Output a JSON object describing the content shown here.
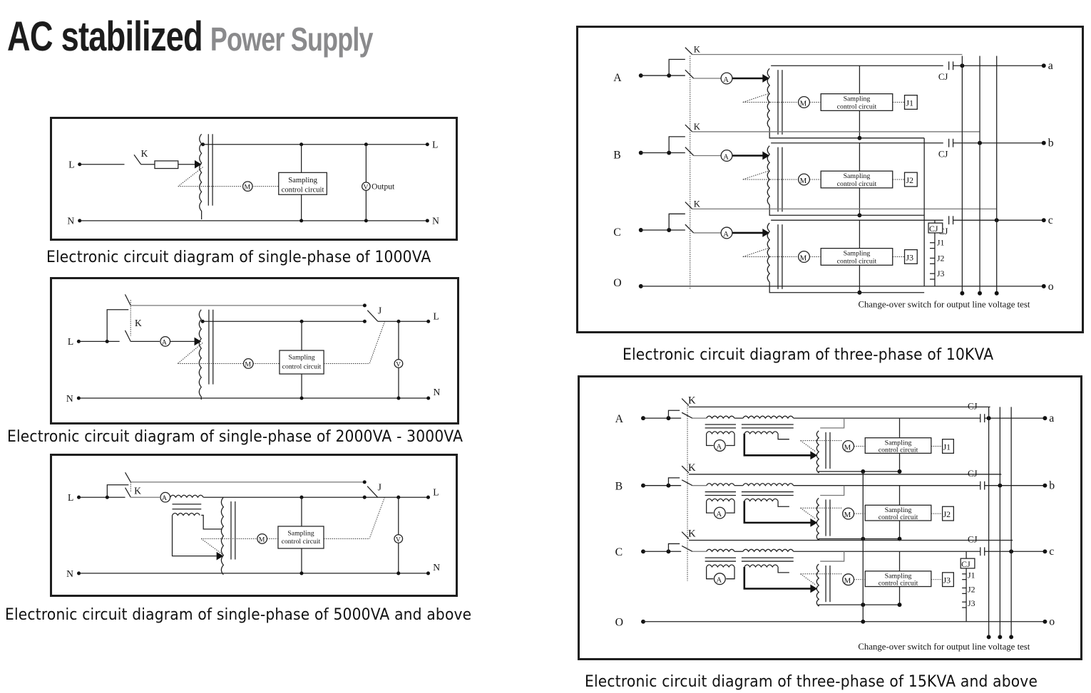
{
  "title": {
    "bold": "AC stabilized",
    "light": "Power Supply"
  },
  "colors": {
    "title_dark": "#1c1c1c",
    "title_grey": "#8a8a8c",
    "line": "#222222",
    "frame": "#1e1e1e"
  },
  "diagrams": {
    "single_1000": {
      "caption": "Electronic circuit diagram of single-phase of 1000VA",
      "labels": {
        "L_in": "L",
        "N_in": "N",
        "L_out": "L",
        "N_out": "N",
        "switch": "K",
        "motor": "M",
        "voltmeter": "V",
        "output": "Output",
        "box1": "Sampling",
        "box2": "control circuit"
      }
    },
    "single_2000_3000": {
      "caption": "Electronic circuit diagram of single-phase of 2000VA - 3000VA",
      "labels": {
        "L_in": "L",
        "N_in": "N",
        "L_out": "L",
        "N_out": "N",
        "switch": "K",
        "relay": "J",
        "ammeter": "A",
        "motor": "M",
        "voltmeter": "V",
        "box1": "Sampling",
        "box2": "control circuit"
      }
    },
    "single_5000": {
      "caption": "Electronic circuit diagram of single-phase of 5000VA and above",
      "labels": {
        "L_in": "L",
        "N_in": "N",
        "L_out": "L",
        "N_out": "N",
        "switch": "K",
        "relay": "J",
        "ammeter": "A",
        "motor": "M",
        "voltmeter": "V",
        "box1": "Sampling",
        "box2": "control circuit"
      }
    },
    "three_10k": {
      "caption": "Electronic circuit diagram of three-phase of 10KVA",
      "inputs": [
        "A",
        "B",
        "C",
        "O"
      ],
      "outputs": [
        "a",
        "b",
        "c",
        "o"
      ],
      "switch": "K",
      "contactor": "CJ",
      "ammeter": "A",
      "motor": "M",
      "relays": [
        "J1",
        "J2",
        "J3"
      ],
      "box1": "Sampling",
      "box2": "control circuit",
      "note": "Change-over switch for output line voltage test"
    },
    "three_15k": {
      "caption": "Electronic circuit diagram of three-phase of 15KVA and above",
      "inputs": [
        "A",
        "B",
        "C",
        "O"
      ],
      "outputs": [
        "a",
        "b",
        "c",
        "o"
      ],
      "switch": "K",
      "contactor": "CJ",
      "ammeter": "A",
      "motor": "M",
      "relays": [
        "J1",
        "J2",
        "J3"
      ],
      "box1": "Sampling",
      "box2": "control circuit",
      "note": "Change-over switch for output line voltage test"
    }
  }
}
